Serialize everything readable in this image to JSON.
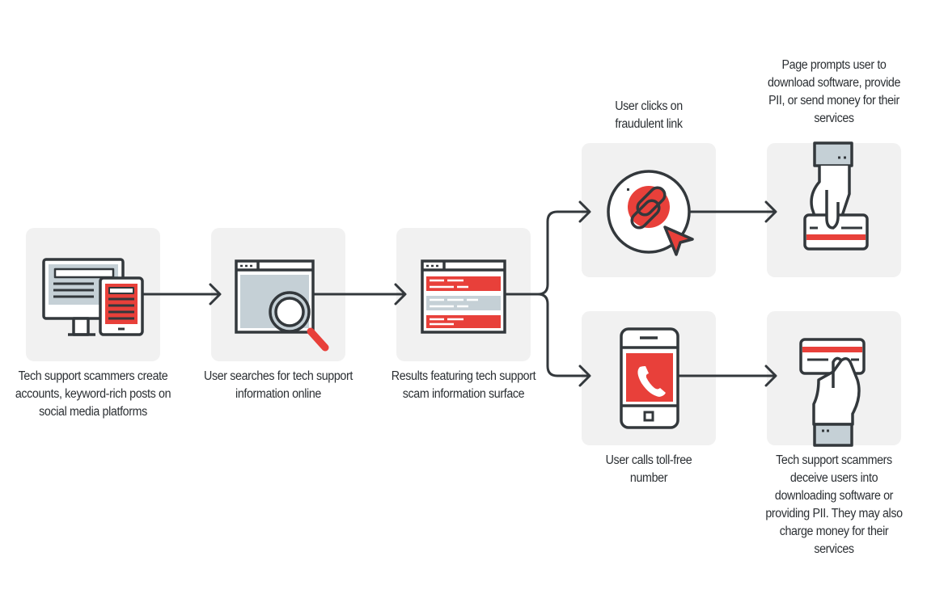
{
  "colors": {
    "dark": "#33383c",
    "red": "#e8403a",
    "gray": "#c5d0d6",
    "panel": "#f1f1f1"
  },
  "steps": [
    {
      "id": "create-accounts",
      "icon": "desktop-tablet-icon",
      "label": "Tech support scammers create accounts, keyword-rich posts on social media platforms"
    },
    {
      "id": "user-searches",
      "icon": "browser-search-icon",
      "label": "User searches for tech support information online"
    },
    {
      "id": "results-surface",
      "icon": "browser-results-icon",
      "label": "Results featuring tech support scam information surface"
    },
    {
      "id": "clicks-link",
      "icon": "link-click-icon",
      "label": "User clicks on fraudulent link"
    },
    {
      "id": "page-prompts",
      "icon": "hand-card-icon",
      "label": "Page prompts user to download software, provide PII, or send money for their services"
    },
    {
      "id": "calls-number",
      "icon": "phone-call-icon",
      "label": "User calls toll-free number"
    },
    {
      "id": "scammers-deceive",
      "icon": "hand-card-icon",
      "label": "Tech support scammers deceive users into downloading software or providing PII. They may also charge money for their services"
    }
  ]
}
